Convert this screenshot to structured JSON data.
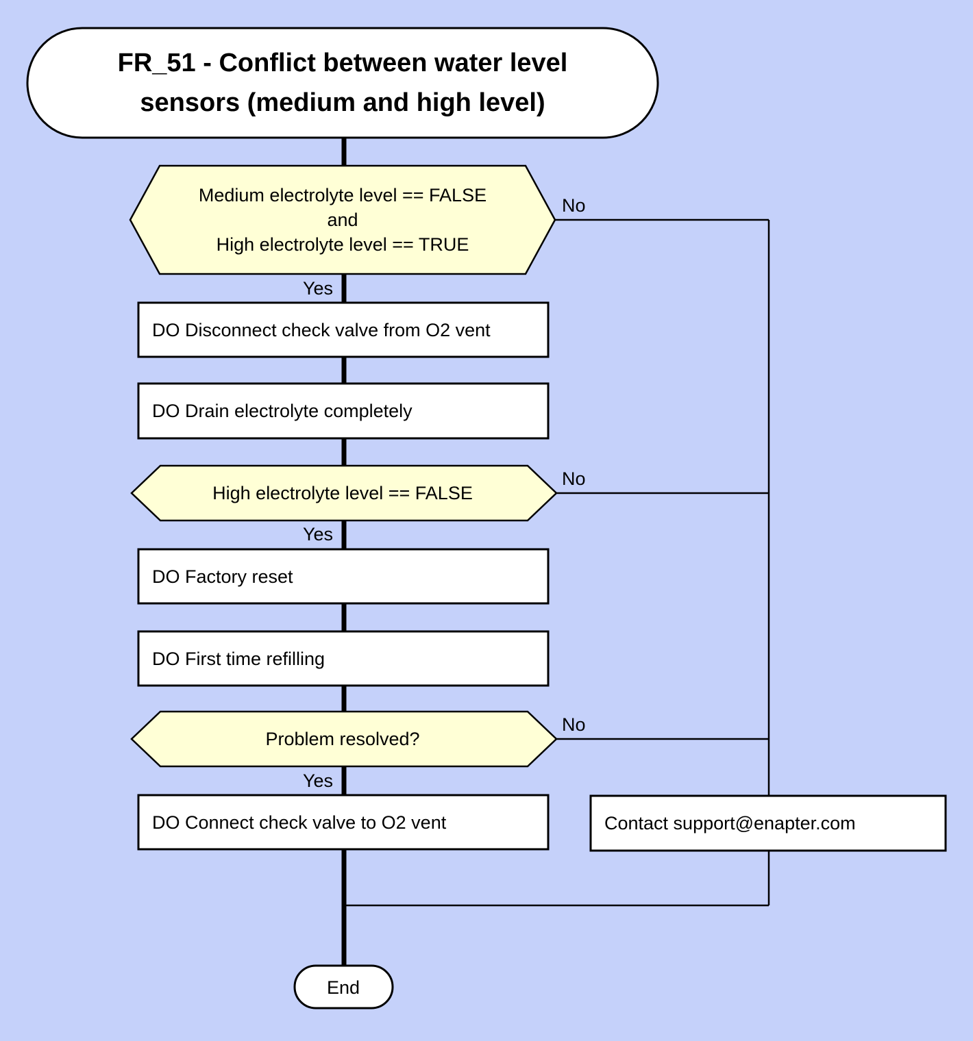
{
  "flow": {
    "title": {
      "lines": [
        "FR_51 - Conflict between water level",
        "sensors (medium and high level)"
      ]
    },
    "decisions": [
      {
        "lines": [
          "Medium electrolyte level == FALSE",
          "and",
          "High electrolyte level == TRUE"
        ],
        "yes_label": "Yes",
        "no_label": "No"
      },
      {
        "lines": [
          "High electrolyte level == FALSE"
        ],
        "yes_label": "Yes",
        "no_label": "No"
      },
      {
        "lines": [
          "Problem resolved?"
        ],
        "yes_label": "Yes",
        "no_label": "No"
      }
    ],
    "processes": [
      {
        "label": "DO Disconnect check valve from O2 vent"
      },
      {
        "label": "DO Drain electrolyte completely"
      },
      {
        "label": "DO Factory reset"
      },
      {
        "label": "DO First time refilling"
      },
      {
        "label": "DO Connect check valve to O2 vent"
      },
      {
        "label": "Contact support@enapter.com"
      }
    ],
    "terminal": {
      "label": "End"
    },
    "colors": {
      "background": "#c5d1fa",
      "decision_fill": "#ffffd6",
      "process_fill": "#ffffff",
      "stroke": "#000000"
    }
  }
}
